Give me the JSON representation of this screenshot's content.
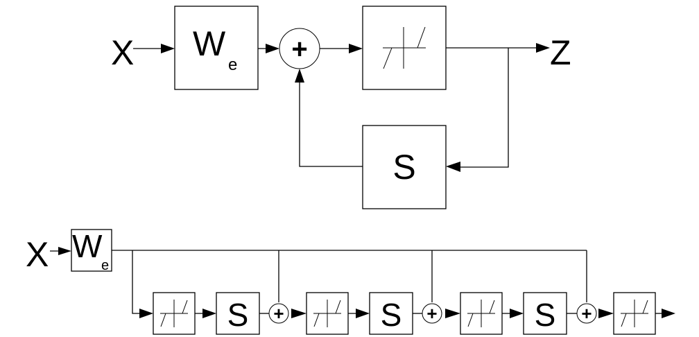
{
  "top_diagram": {
    "input_label": "X",
    "weight_block": {
      "main": "W",
      "subscript": "e"
    },
    "sum_symbol": "+",
    "threshold_block": "threshold-function-icon",
    "output_label": "Z",
    "feedback_block": "S"
  },
  "bottom_diagram": {
    "input_label": "X",
    "weight_block": {
      "main": "W",
      "subscript": "e"
    },
    "stages": [
      {
        "threshold": "threshold-function-icon",
        "shift": "S",
        "sum_symbol": "+"
      },
      {
        "threshold": "threshold-function-icon",
        "shift": "S",
        "sum_symbol": "+"
      },
      {
        "threshold": "threshold-function-icon",
        "shift": "S",
        "sum_symbol": "+"
      }
    ],
    "final_threshold": "threshold-function-icon"
  }
}
